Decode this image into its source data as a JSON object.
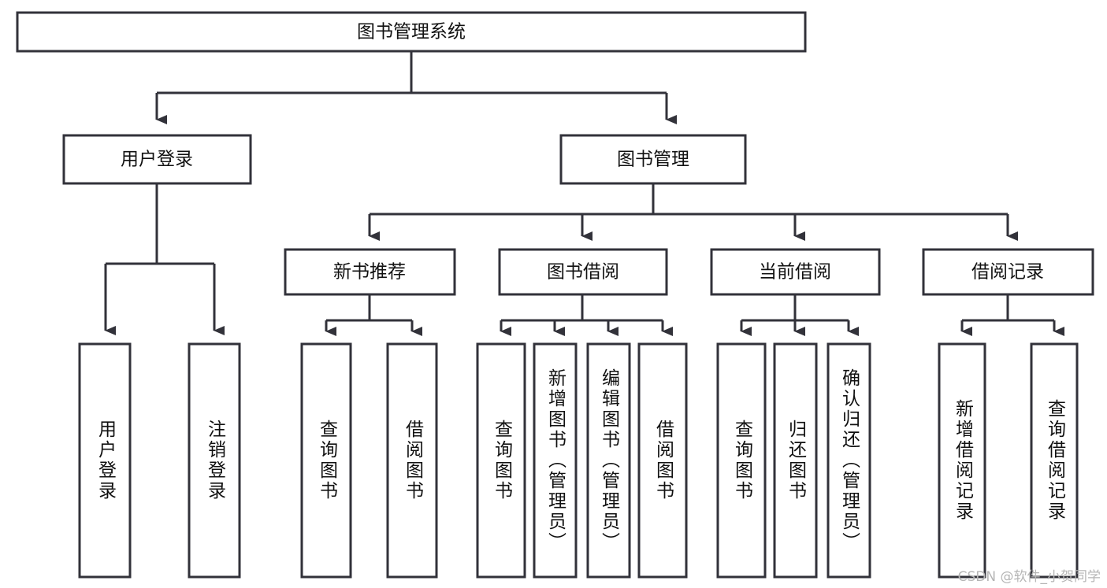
{
  "diagram": {
    "type": "tree",
    "title": "图书管理系统",
    "watermark": "CSDN @软件_小贺同学",
    "colors": {
      "stroke": "#32323a",
      "fill": "#ffffff",
      "text": "#111111",
      "watermark": "#b5b5b5",
      "background": "#ffffff"
    },
    "nodes": {
      "root": {
        "label": "图书管理系统"
      },
      "level1": [
        {
          "id": "user-login",
          "label": "用户登录"
        },
        {
          "id": "book-management",
          "label": "图书管理"
        }
      ],
      "level2": [
        {
          "id": "new-book-recommend",
          "label": "新书推荐",
          "parent": "book-management"
        },
        {
          "id": "book-borrow",
          "label": "图书借阅",
          "parent": "book-management"
        },
        {
          "id": "current-borrow",
          "label": "当前借阅",
          "parent": "book-management"
        },
        {
          "id": "borrow-record",
          "label": "借阅记录",
          "parent": "book-management"
        }
      ],
      "leaves": [
        {
          "id": "leaf-user-login",
          "label": "用户登录",
          "parent": "user-login"
        },
        {
          "id": "leaf-logout-login",
          "label": "注销登录",
          "parent": "user-login"
        },
        {
          "id": "leaf-query-book-1",
          "label": "查询图书",
          "parent": "new-book-recommend"
        },
        {
          "id": "leaf-borrow-book-1",
          "label": "借阅图书",
          "parent": "new-book-recommend"
        },
        {
          "id": "leaf-query-book-2",
          "label": "查询图书",
          "parent": "book-borrow"
        },
        {
          "id": "leaf-add-book",
          "label": "新增图书（管理员）",
          "parent": "book-borrow"
        },
        {
          "id": "leaf-edit-book",
          "label": "编辑图书（管理员）",
          "parent": "book-borrow"
        },
        {
          "id": "leaf-borrow-book-2",
          "label": "借阅图书",
          "parent": "book-borrow"
        },
        {
          "id": "leaf-query-book-3",
          "label": "查询图书",
          "parent": "current-borrow"
        },
        {
          "id": "leaf-return-book",
          "label": "归还图书",
          "parent": "current-borrow"
        },
        {
          "id": "leaf-confirm-return",
          "label": "确认归还（管理员）",
          "parent": "current-borrow"
        },
        {
          "id": "leaf-add-record",
          "label": "新增借阅记录",
          "parent": "borrow-record"
        },
        {
          "id": "leaf-query-record",
          "label": "查询借阅记录",
          "parent": "borrow-record"
        }
      ]
    }
  }
}
